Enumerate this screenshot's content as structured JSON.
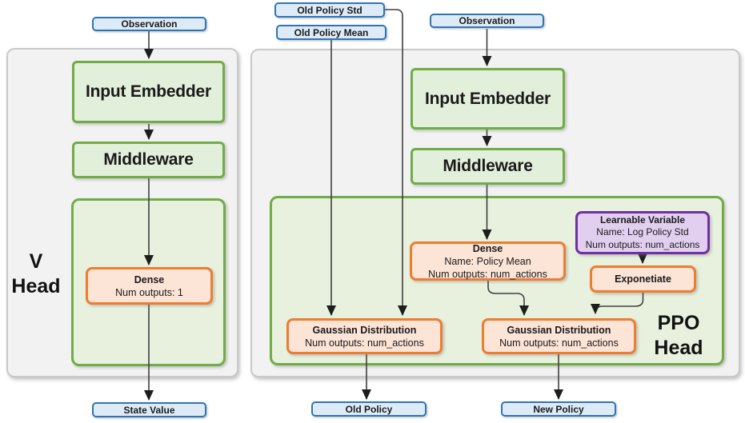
{
  "diagram": {
    "v_head": {
      "label_line1": "V",
      "label_line2": "Head",
      "observation": "Observation",
      "input_embedder": "Input Embedder",
      "middleware": "Middleware",
      "dense": {
        "title": "Dense",
        "line2": "Num outputs: 1"
      },
      "output": "State Value"
    },
    "ppo_head": {
      "label_line1": "PPO",
      "label_line2": "Head",
      "old_policy_std": "Old Policy Std",
      "old_policy_mean": "Old Policy Mean",
      "observation": "Observation",
      "input_embedder": "Input Embedder",
      "middleware": "Middleware",
      "dense": {
        "title": "Dense",
        "line2": "Name: Policy Mean",
        "line3": "Num outputs: num_actions"
      },
      "learnable_variable": {
        "title": "Learnable Variable",
        "line2": "Name: Log Policy Std",
        "line3": "Num outputs: num_actions"
      },
      "exponetiate": "Exponetiate",
      "gaussian_old": {
        "title": "Gaussian Distribution",
        "line2": "Num outputs: num_actions"
      },
      "gaussian_new": {
        "title": "Gaussian Distribution",
        "line2": "Num outputs: num_actions"
      },
      "output_old": "Old Policy",
      "output_new": "New Policy"
    },
    "colors": {
      "badge_fill": "#DEEBF7",
      "badge_border": "#2E75B6",
      "green_fill": "#E2EFDA",
      "green_border": "#70AD47",
      "orange_fill": "#FCE4D6",
      "orange_border": "#ED7D31",
      "purple_fill": "#E2CFF0",
      "purple_border": "#7030A0",
      "panel_fill": "#F2F2F2",
      "panel_border": "#C9C9C9",
      "connector": "#404040"
    }
  }
}
